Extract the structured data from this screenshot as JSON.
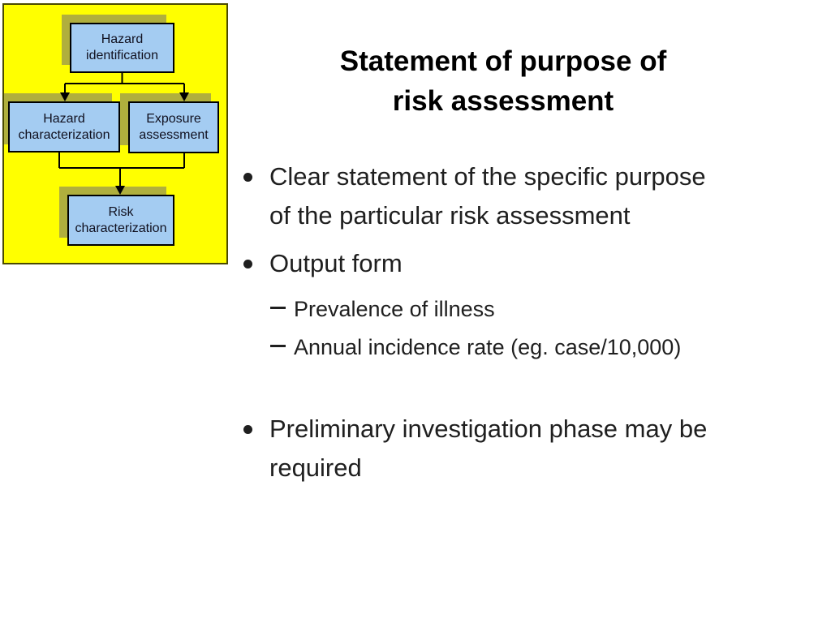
{
  "slide": {
    "title": {
      "lines": [
        "Statement of purpose of",
        "risk assessment"
      ]
    },
    "bullets": [
      {
        "level": 1,
        "marker": "disc",
        "lines": [
          "Clear statement of the specific purpose",
          "of the particular risk assessment"
        ]
      },
      {
        "level": 1,
        "marker": "disc",
        "lines": [
          "Output form"
        ]
      },
      {
        "level": 2,
        "marker": "dash",
        "lines": [
          "Prevalence of illness"
        ]
      },
      {
        "level": 2,
        "marker": "dash",
        "lines": [
          "Annual incidence rate (eg. case/10,000)"
        ]
      },
      {
        "level": 1,
        "marker": "disc",
        "lines": [
          "Preliminary investigation phase may be",
          "required"
        ]
      }
    ]
  },
  "diagram": {
    "boxes": [
      {
        "id": "hazard-identification",
        "lines": [
          "Hazard",
          "identification"
        ]
      },
      {
        "id": "hazard-characterization",
        "lines": [
          "Hazard",
          "characterization"
        ]
      },
      {
        "id": "exposure-assessment",
        "lines": [
          "Exposure",
          "assessment"
        ]
      },
      {
        "id": "risk-characterization",
        "lines": [
          "Risk",
          "characterization"
        ]
      }
    ],
    "flow": [
      "hazard-identification -> hazard-characterization",
      "hazard-identification -> exposure-assessment",
      "hazard-characterization -> risk-characterization",
      "exposure-assessment -> risk-characterization"
    ],
    "colors": {
      "panel_bg": "#FFFF00",
      "panel_border": "#4A4A00",
      "box_fill": "#A4CCF2",
      "box_border": "#000000",
      "shadow_fill": "#B0AF3D",
      "shadow_text": "#7E7D2B",
      "arrow": "#000000"
    }
  },
  "icons": {
    "bullet": "disc-icon",
    "sub_bullet": "dash-icon"
  }
}
